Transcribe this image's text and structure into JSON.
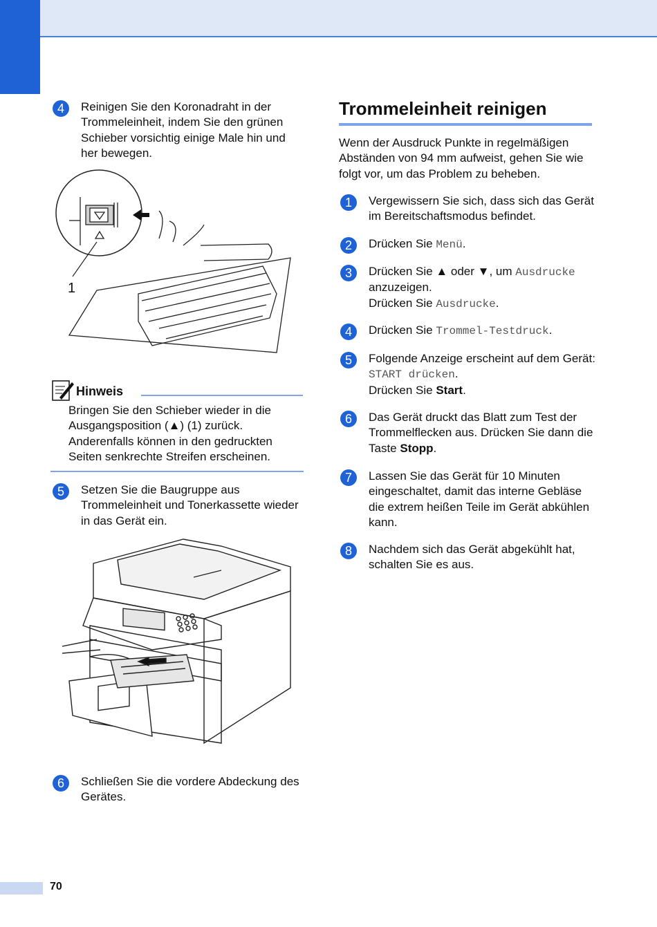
{
  "page": {
    "number": "70"
  },
  "left_steps": [
    {
      "number": "4",
      "text": "Reinigen Sie den Koronadraht in der Trommeleinheit, indem Sie den grünen Schieber vorsichtig einige Male hin und her bewegen."
    },
    {
      "number": "5",
      "text": "Setzen Sie die Baugruppe aus Trommeleinheit und Tonerkassette wieder in das Gerät ein."
    },
    {
      "number": "6",
      "text": "Schließen Sie die vordere Abdeckung des Gerätes."
    }
  ],
  "figure1": {
    "callout": "1"
  },
  "note": {
    "title": "Hinweis",
    "body": "Bringen Sie den Schieber wieder in die Ausgangsposition (▲) (1) zurück. Anderenfalls können in den gedruckten Seiten senkrechte Streifen erscheinen."
  },
  "right": {
    "heading": "Trommeleinheit reinigen",
    "intro": "Wenn der Ausdruck Punkte in regelmäßigen Abständen von 94 mm aufweist, gehen Sie wie folgt vor, um das Problem zu beheben.",
    "steps": [
      {
        "number": "1",
        "text": "Vergewissern Sie sich, dass sich das Gerät im Bereitschaftsmodus befindet."
      },
      {
        "number": "2",
        "pre": "Drücken Sie ",
        "code": "Menü",
        "post": "."
      },
      {
        "number": "3",
        "pre": "Drücken Sie ▲ oder ▼, um ",
        "code": "Ausdrucke",
        "post": " anzuzeigen.",
        "line2_pre": "Drücken Sie ",
        "line2_code": "Ausdrucke",
        "line2_post": "."
      },
      {
        "number": "4",
        "pre": "Drücken Sie ",
        "code": "Trommel-Testdruck",
        "post": "."
      },
      {
        "number": "5",
        "pre": "Folgende Anzeige erscheint auf dem Gerät: ",
        "code": "START drücken",
        "post": ".",
        "line2_pre": "Drücken Sie ",
        "line2_bold": "Start",
        "line2_post": "."
      },
      {
        "number": "6",
        "pre": "Das Gerät druckt das Blatt zum Test der Trommelflecken aus. Drücken Sie dann die Taste ",
        "bold": "Stopp",
        "post": "."
      },
      {
        "number": "7",
        "text": "Lassen Sie das Gerät für 10 Minuten eingeschaltet, damit das interne Gebläse die extrem heißen Teile im Gerät abkühlen kann."
      },
      {
        "number": "8",
        "text": "Nachdem sich das Gerät abgekühlt hat, schalten Sie es aus."
      }
    ]
  },
  "colors": {
    "accent": "#1f62d6",
    "rule": "#7ea6e6",
    "header": "#dfe8f7"
  }
}
